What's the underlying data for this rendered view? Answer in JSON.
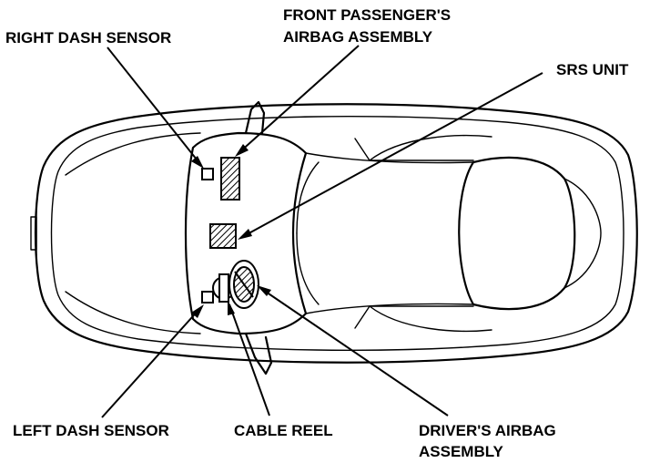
{
  "labels": {
    "right_dash_sensor": "RIGHT DASH SENSOR",
    "front_passenger_airbag_line1": "FRONT PASSENGER'S",
    "front_passenger_airbag_line2": "AIRBAG ASSEMBLY",
    "srs_unit": "SRS UNIT",
    "left_dash_sensor": "LEFT DASH SENSOR",
    "cable_reel": "CABLE REEL",
    "drivers_airbag_line1": "DRIVER'S AIRBAG",
    "drivers_airbag_line2": "ASSEMBLY"
  }
}
